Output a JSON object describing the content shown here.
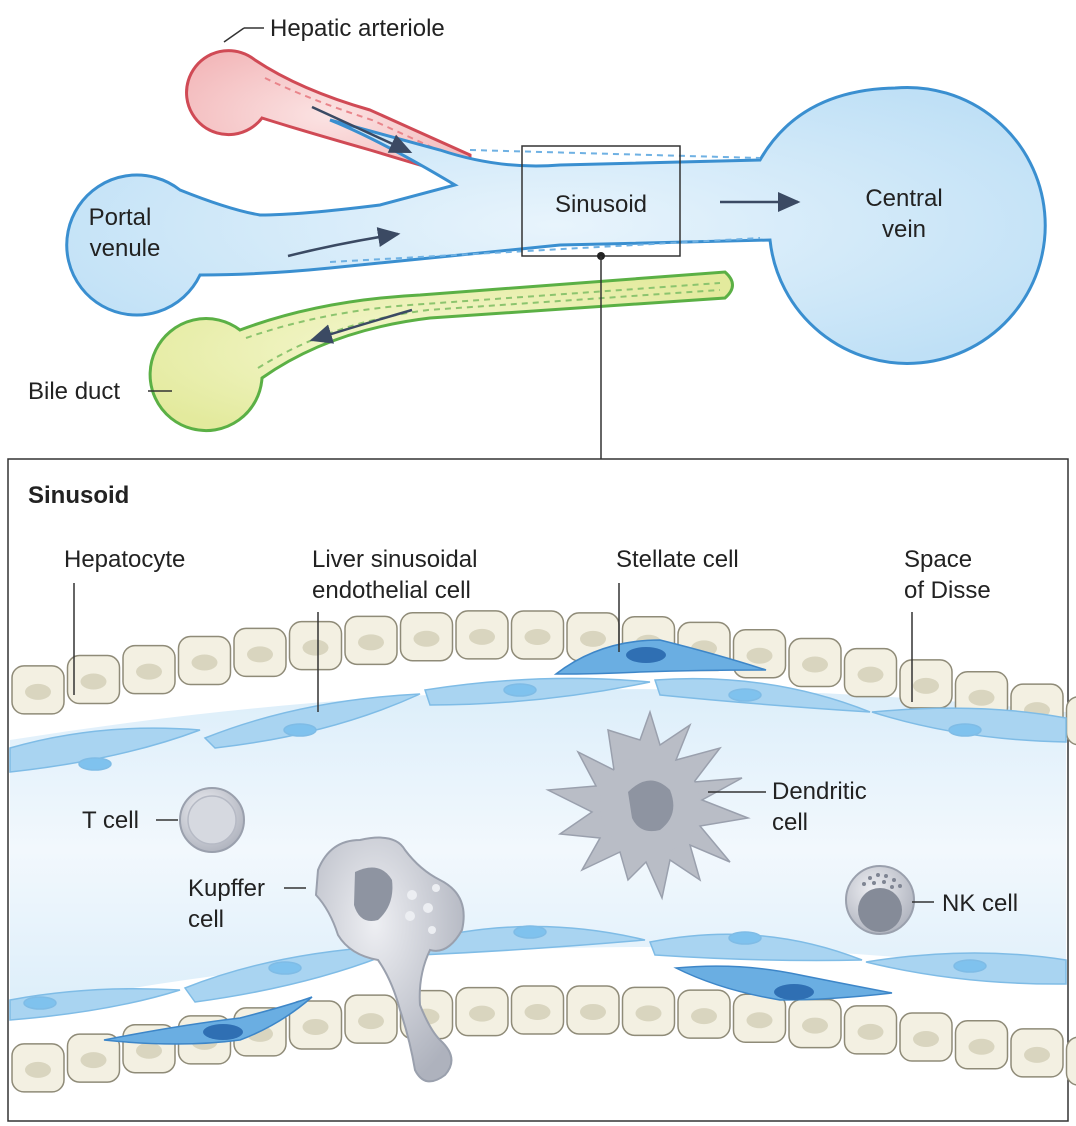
{
  "top": {
    "labels": {
      "hepatic_arteriole": "Hepatic arteriole",
      "portal_venule_1": "Portal",
      "portal_venule_2": "venule",
      "sinusoid": "Sinusoid",
      "central_vein_1": "Central",
      "central_vein_2": "vein",
      "bile_duct": "Bile duct"
    }
  },
  "panel": {
    "title": "Sinusoid",
    "labels": {
      "hepatocyte": "Hepatocyte",
      "lsec_1": "Liver sinusoidal",
      "lsec_2": "endothelial cell",
      "stellate": "Stellate cell",
      "disse_1": "Space",
      "disse_2": "of Disse",
      "t_cell": "T cell",
      "dendritic_1": "Dendritic",
      "dendritic_2": "cell",
      "kupffer_1": "Kupffer",
      "kupffer_2": "cell",
      "nk_cell": "NK cell"
    }
  },
  "colors": {
    "vessel_fill": "#cfe6f7",
    "vessel_edge": "#3a8fd0",
    "artery_fill": "#f7cfcf",
    "artery_edge": "#d04a55",
    "bile_fill": "#eef2b8",
    "bile_edge": "#5bb045",
    "hepatocyte_fill": "#f3f0e2",
    "hepatocyte_nucleus": "#d9d5bf",
    "endothelial": "#a9d4f1",
    "stellate": "#5aa2dc",
    "immune_gray": "#b9bdc6"
  }
}
